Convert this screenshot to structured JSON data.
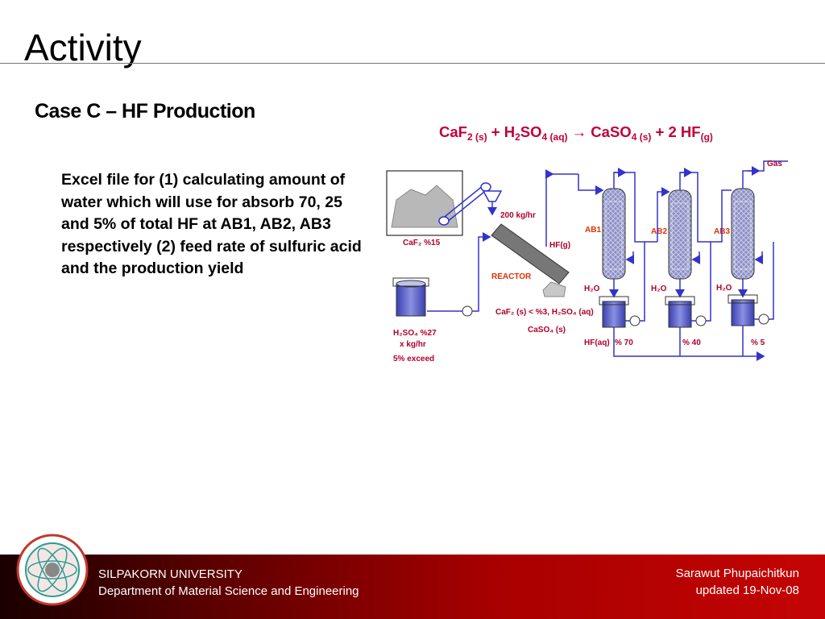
{
  "slide": {
    "title": "Activity",
    "subtitle": "Case C – HF Production",
    "body": "Excel file for (1) calculating amount of water which will use for absorb 70, 25 and 5% of total HF at AB1, AB2, AB3 respectively (2) feed rate of sulfuric acid and the production yield"
  },
  "equation": {
    "caf2": "CaF",
    "sub2a": "2 (s)",
    "plus1": " + H",
    "sub2b": "2",
    "so4": "SO",
    "sub4a": "4 (aq)",
    "arrow": " → CaSO",
    "sub4b": "4 (s)",
    "plus2": " + 2 HF",
    "subg": "(g)"
  },
  "diagram": {
    "gas": "Gas",
    "feed_rate": "200 kg/hr",
    "caf2_label": "CaF₂ %15",
    "hf_gas": "HF(g)",
    "reactor": "REACTOR",
    "ab1": "AB1",
    "ab2": "AB2",
    "ab3": "AB3",
    "h2o": "H₂O",
    "residue1": "CaF₂ (s) < %3, H₂SO₄ (aq)",
    "residue2": "CaSO₄ (s)",
    "h2so4_1": "H₂SO₄ %27",
    "h2so4_2": "x kg/hr",
    "h2so4_3": "5% exceed",
    "hf_aq": "HF(aq)",
    "pct1": "% 70",
    "pct2": "% 40",
    "pct3": "% 5"
  },
  "footer": {
    "university": "SILPAKORN UNIVERSITY",
    "department": "Department of Material Science and Engineering",
    "author": "Sarawut Phupaichitkun",
    "updated": "updated  19-Nov-08"
  },
  "colors": {
    "equation": "#c0003a",
    "diagram_line": "#3333cc",
    "footer_dark": "#1a0000",
    "footer_red": "#c40404"
  }
}
